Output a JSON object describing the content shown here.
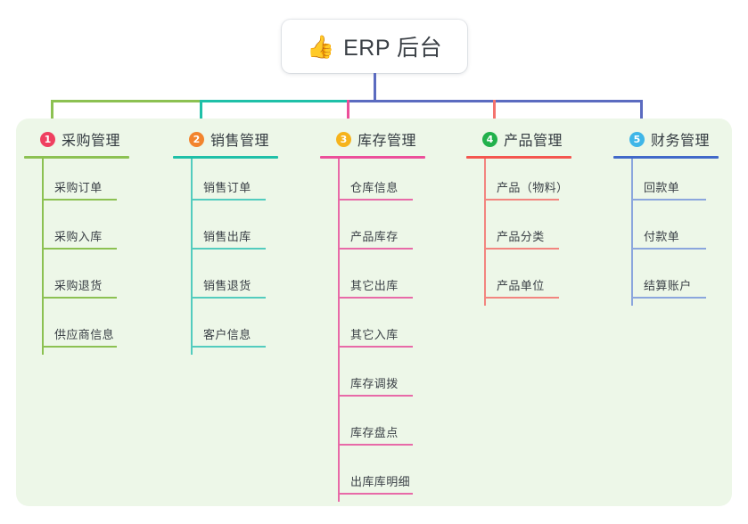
{
  "root": {
    "icon": "thumbs-up-emoji",
    "icon_glyph": "👍",
    "title": "ERP 后台"
  },
  "colors": {
    "panel_bg": "#edf7e8",
    "root_stem": "#5b6bc0",
    "bar_left": "#8cc152",
    "bar_mid": "#1fc0a8",
    "bar_right": "#5b6bc0",
    "drop_1": "#8cc152",
    "drop_2": "#1fc0a8",
    "drop_3": "#ec4f9a",
    "drop_4": "#f4736e",
    "drop_5": "#5b6bc0"
  },
  "columns": [
    {
      "number": "1",
      "title": "采购管理",
      "badge_color": "#ef4060",
      "rule_color": "#8cc152",
      "line_color": "#8cc152",
      "items": [
        {
          "label": "采购订单"
        },
        {
          "label": "采购入库"
        },
        {
          "label": "采购退货"
        },
        {
          "label": "供应商信息"
        }
      ]
    },
    {
      "number": "2",
      "title": "销售管理",
      "badge_color": "#f2842e",
      "rule_color": "#1fc0a8",
      "line_color": "#53ccbe",
      "items": [
        {
          "label": "销售订单"
        },
        {
          "label": "销售出库"
        },
        {
          "label": "销售退货"
        },
        {
          "label": "客户信息"
        }
      ]
    },
    {
      "number": "3",
      "title": "库存管理",
      "badge_color": "#f6b31c",
      "rule_color": "#ec4f9a",
      "line_color": "#e86aa8",
      "items": [
        {
          "label": "仓库信息"
        },
        {
          "label": "产品库存"
        },
        {
          "label": "其它出库"
        },
        {
          "label": "其它入库"
        },
        {
          "label": "库存调拨"
        },
        {
          "label": "库存盘点"
        },
        {
          "label": "出库库明细"
        }
      ]
    },
    {
      "number": "4",
      "title": "产品管理",
      "badge_color": "#22b14c",
      "rule_color": "#f4564f",
      "line_color": "#f2857f",
      "items": [
        {
          "label": "产品（物料）"
        },
        {
          "label": "产品分类"
        },
        {
          "label": "产品单位"
        }
      ]
    },
    {
      "number": "5",
      "title": "财务管理",
      "badge_color": "#3fb6e8",
      "rule_color": "#4169c9",
      "line_color": "#8ba6dd",
      "items": [
        {
          "label": "回款单"
        },
        {
          "label": "付款单"
        },
        {
          "label": "结算账户"
        }
      ]
    }
  ]
}
